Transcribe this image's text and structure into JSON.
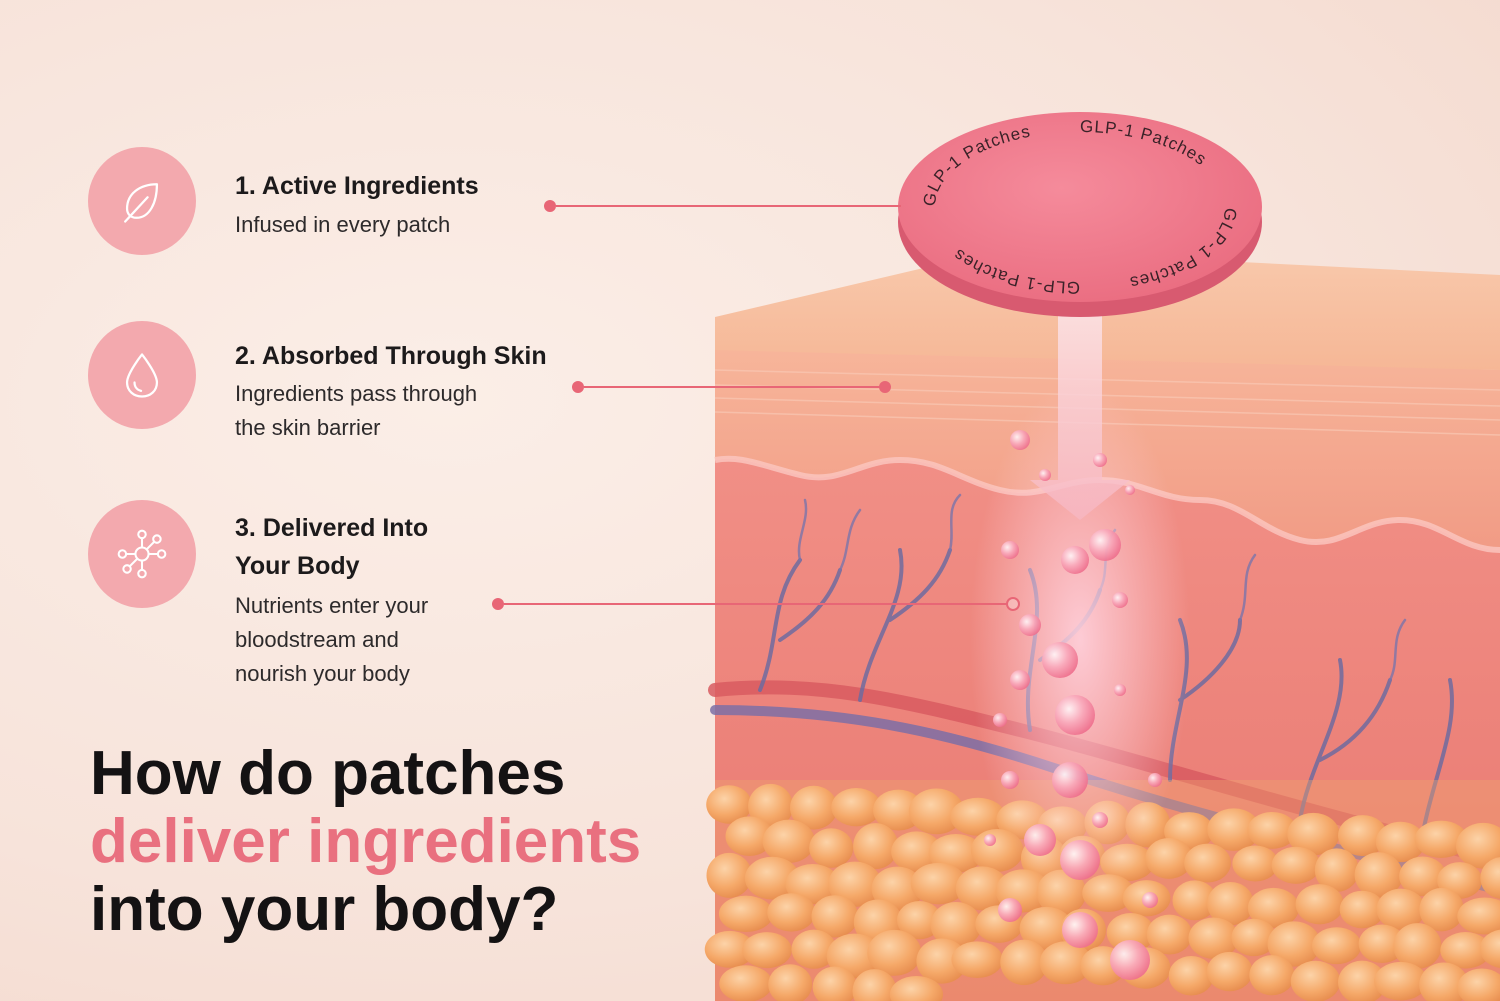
{
  "steps": [
    {
      "number": "1.",
      "title": "Active Ingredients",
      "description": "Infused in every patch",
      "icon": "leaf-icon"
    },
    {
      "number": "2.",
      "title": "Absorbed Through Skin",
      "description_lines": [
        "Ingredients pass through",
        "the skin barrier"
      ],
      "icon": "droplet-icon"
    },
    {
      "number": "3.",
      "title_lines": [
        "Delivered Into",
        "Your Body"
      ],
      "description_lines": [
        "Nutrients enter your",
        "bloodstream and",
        "nourish your body"
      ],
      "icon": "molecule-icon"
    }
  ],
  "headline": {
    "line1": "How do patches",
    "line2": "deliver ingredients",
    "line3": "into your body?"
  },
  "patch": {
    "label": "GLP-1 Patches"
  },
  "colors": {
    "accent": "#e9707f",
    "icon_circle": "#f3a9ae",
    "connector": "#e86676",
    "patch": "#ee7b8b",
    "fat": "#f4a66b",
    "vein": "#6b6a9e"
  }
}
